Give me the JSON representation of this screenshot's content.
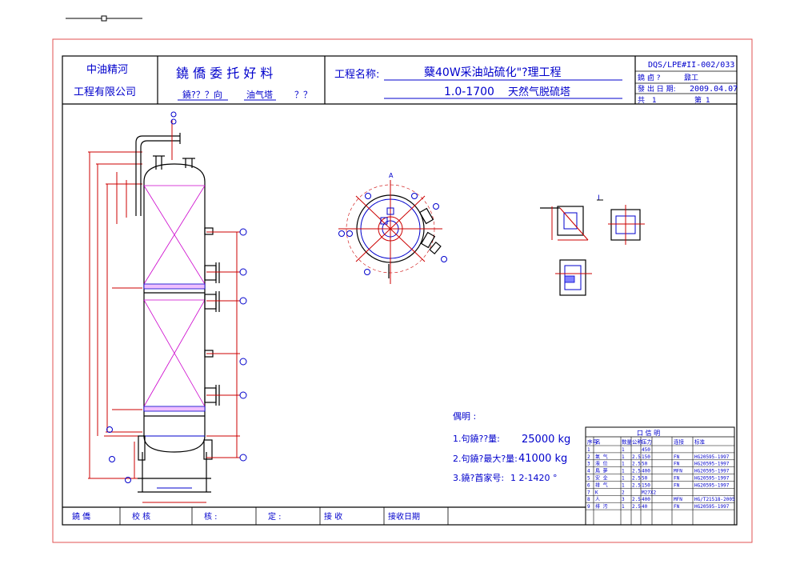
{
  "title_block": {
    "company_line1": "中油精河",
    "company_line2": "工程有限公司",
    "doc_title": "鐃 僑 委 托 好 料",
    "doc_subtitle_a": "鐃?？？向",
    "doc_subtitle_b": "油气塔",
    "doc_subtitle_c": "？？",
    "project_label": "工程名称:",
    "project_name": "糵40W采油站硫化\"?理工程",
    "equipment_spec": "1.0-1700",
    "equipment_name": "天然气脱硫塔",
    "doc_number": "DQS/LPE#II-002/033",
    "designer_label": "鐃 卣 ?",
    "designer_value": "鼐工",
    "date_label": "發 出 日 期:",
    "date_value": "2009.04.07",
    "total_label": "共",
    "total_value": "1",
    "sheet_label": "第",
    "sheet_value": "1"
  },
  "notes": {
    "heading": "偶明 :",
    "line1_label": "1.句鐃??量:",
    "line1_value": "25000 kg",
    "line2_label": "2.句鐃?最大?量:",
    "line2_value": "41000 kg",
    "line3_label": "3.鐃?酋家号:",
    "line3_value": "1 2-1420 °"
  },
  "nozzle_table": {
    "title": "口     信     明",
    "headers": [
      "序号",
      "名",
      "数量",
      "公称",
      "压力",
      "连接",
      "标准"
    ],
    "rows": [
      [
        "1",
        "",
        "1",
        "",
        "450",
        "",
        ""
      ],
      [
        "2",
        "氣 气",
        "1",
        "2.5",
        "150",
        "FN",
        "HG20595-1997"
      ],
      [
        "3",
        "液 位",
        "1",
        "2.5",
        "50",
        "FN",
        "HG20595-1997"
      ],
      [
        "4",
        "鳥 夢",
        "1",
        "2.5",
        "400",
        "MFN",
        "HG20595-1997"
      ],
      [
        "5",
        "安 全",
        "1",
        "2.5",
        "50",
        "FN",
        "HG20595-1997"
      ],
      [
        "6",
        "排 气",
        "1",
        "2.5",
        "150",
        "FN",
        "HG20595-1997"
      ],
      [
        "7",
        "K",
        "2",
        "",
        "M27X2",
        "",
        ""
      ],
      [
        "8",
        "人",
        "3",
        "2.5",
        "400",
        "MFN",
        "HG/T21518-2005"
      ],
      [
        "9",
        "排 污",
        "1",
        "2.5",
        "40",
        "FN",
        "HG20595-1997"
      ]
    ]
  },
  "footer": {
    "cells": [
      "鐃 僑",
      "校 核",
      "核 :",
      "定 :",
      "接 收",
      "接收日期"
    ]
  },
  "labels": {
    "top_view_mark": "A",
    "detail_mark": "I"
  }
}
